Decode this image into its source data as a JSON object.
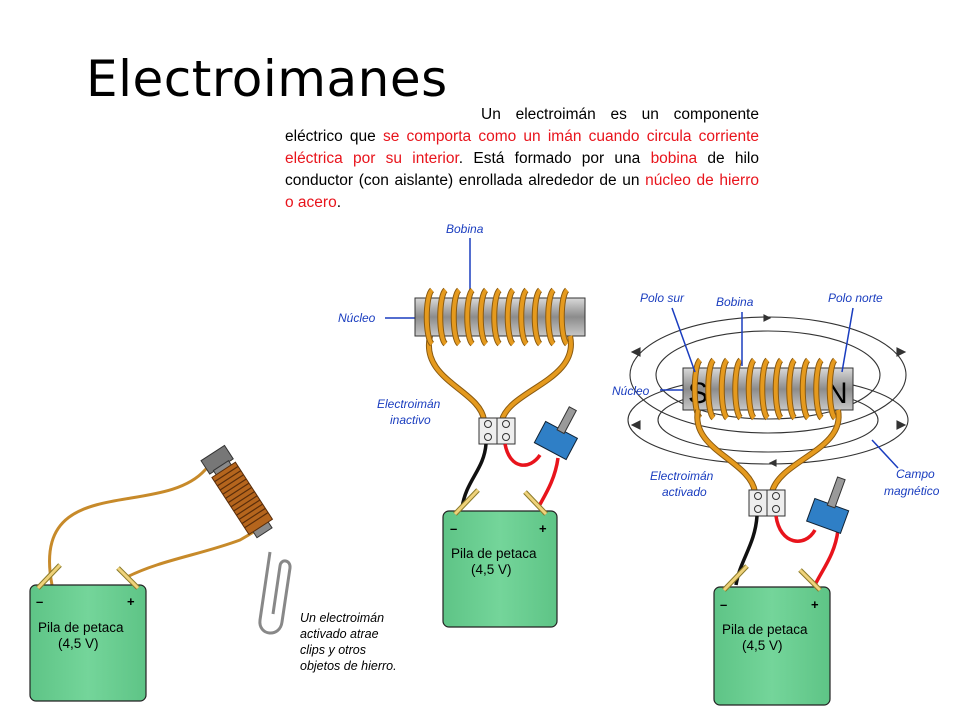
{
  "title": "Electroimanes",
  "intro": {
    "s1": "Un electroimán es un componente eléctrico que ",
    "s2": "se comporta como un imán cuando circula corriente eléctrica por su interior",
    "s3": ". Está formado por una ",
    "s4": "bobina",
    "s5": " de hilo conductor (con aislante) enrollada alrededor de un ",
    "s6": "núcleo de hierro o acero",
    "s7": "."
  },
  "colors": {
    "text_red": "#e8141c",
    "label_blue": "#1a3dbf",
    "battery_green": "#66cc8e",
    "coil_orange": "#e59a1e",
    "core_gray": "#a6a6a6"
  },
  "left_figure": {
    "battery_minus": "–",
    "battery_plus": "+",
    "battery_line1": "Pila de petaca",
    "battery_line2": "(4,5 V)",
    "caption": [
      "Un electroimán",
      "activado atrae",
      "clips y otros",
      "objetos de hierro."
    ]
  },
  "middle_figure": {
    "label_bobina": "Bobina",
    "label_nucleo": "Núcleo",
    "label_state": [
      "Electroimán",
      "inactivo"
    ],
    "battery_minus": "–",
    "battery_plus": "+",
    "battery_line1": "Pila de petaca",
    "battery_line2": "(4,5 V)"
  },
  "right_figure": {
    "label_polo_sur": "Polo sur",
    "label_bobina": "Bobina",
    "label_polo_norte": "Polo norte",
    "label_nucleo": "Núcleo",
    "pole_s": "S",
    "pole_n": "N",
    "label_state": [
      "Electroimán",
      "activado"
    ],
    "label_campo": [
      "Campo",
      "magnético"
    ],
    "battery_minus": "–",
    "battery_plus": "+",
    "battery_line1": "Pila de petaca",
    "battery_line2": "(4,5 V)"
  }
}
